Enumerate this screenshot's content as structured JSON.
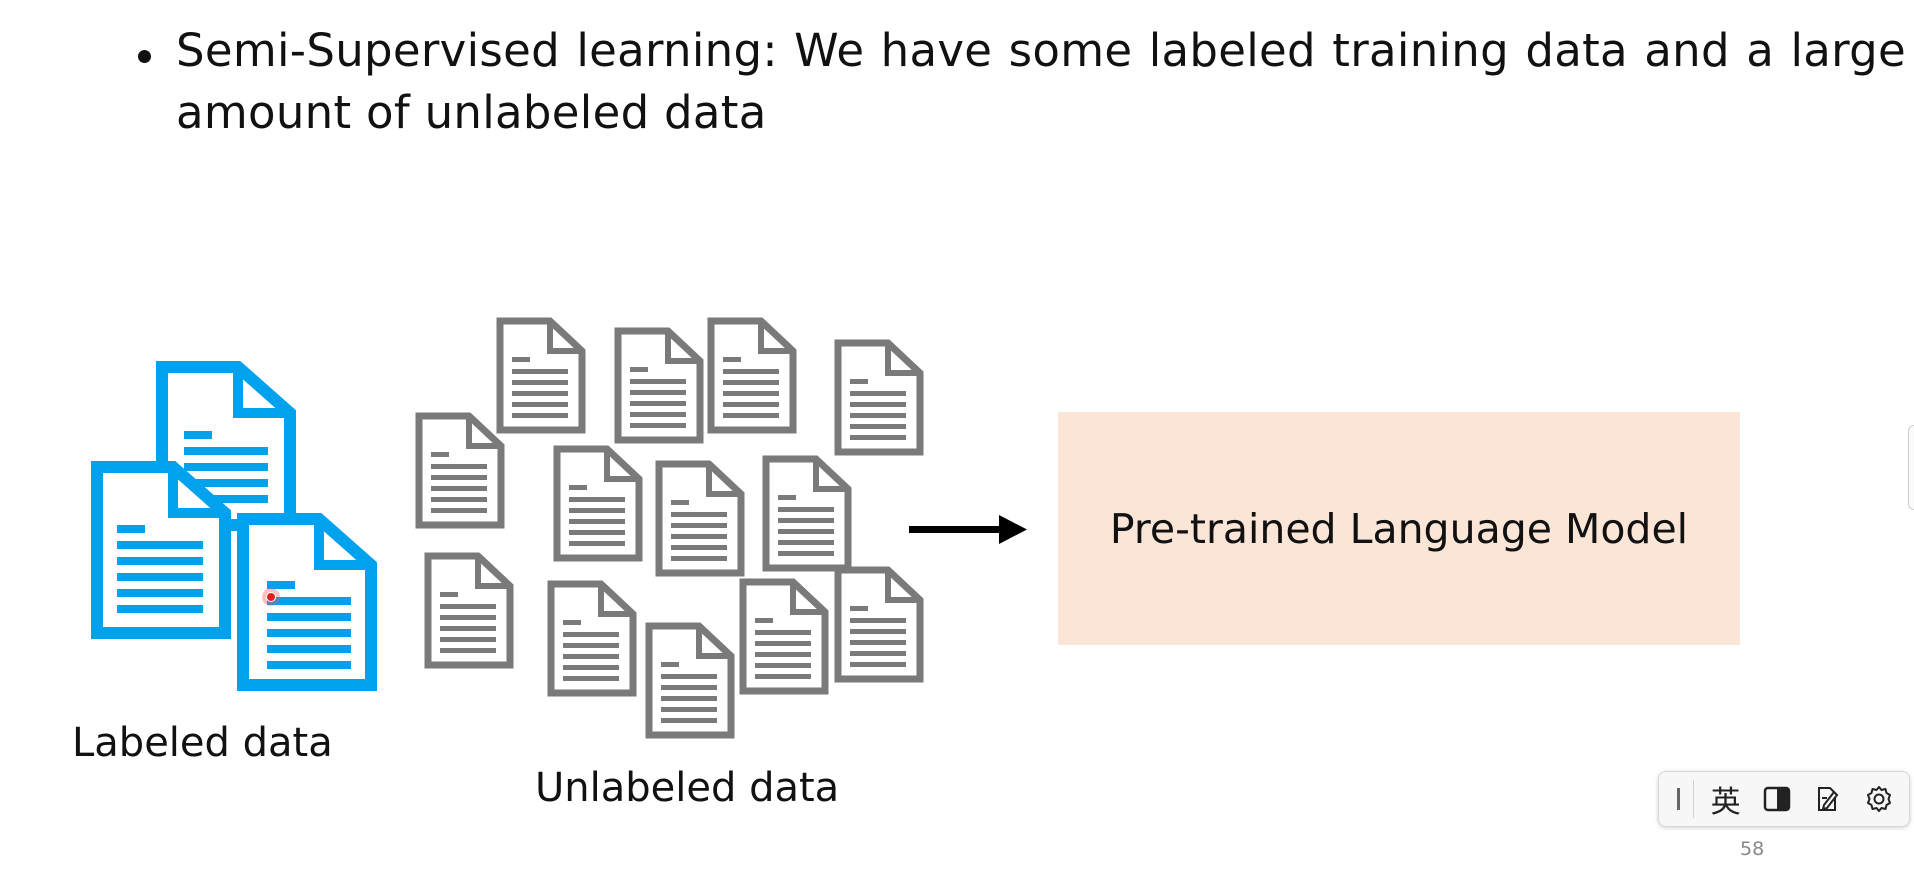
{
  "slide": {
    "bullet_text": "Semi-Supervised learning: We have some labeled training data and a large amount of unlabeled data",
    "labeled_caption": "Labeled data",
    "unlabeled_caption": "Unlabeled data",
    "model_label": "Pre-trained Language Model",
    "page_number": "58"
  },
  "colors": {
    "labeled_doc": "#00a2ed",
    "unlabeled_doc": "#7a7a7a",
    "model_box": "#fbe5d6",
    "arrow": "#000000"
  },
  "icons": {
    "labeled_documents": "document-icon",
    "unlabeled_documents": "document-icon",
    "arrow": "right-arrow-icon"
  },
  "ime_toolbar": {
    "language_label": "英",
    "buttons": [
      "drag-handle-icon",
      "language-toggle",
      "width-toggle-icon",
      "handwriting-icon",
      "settings-icon"
    ]
  }
}
